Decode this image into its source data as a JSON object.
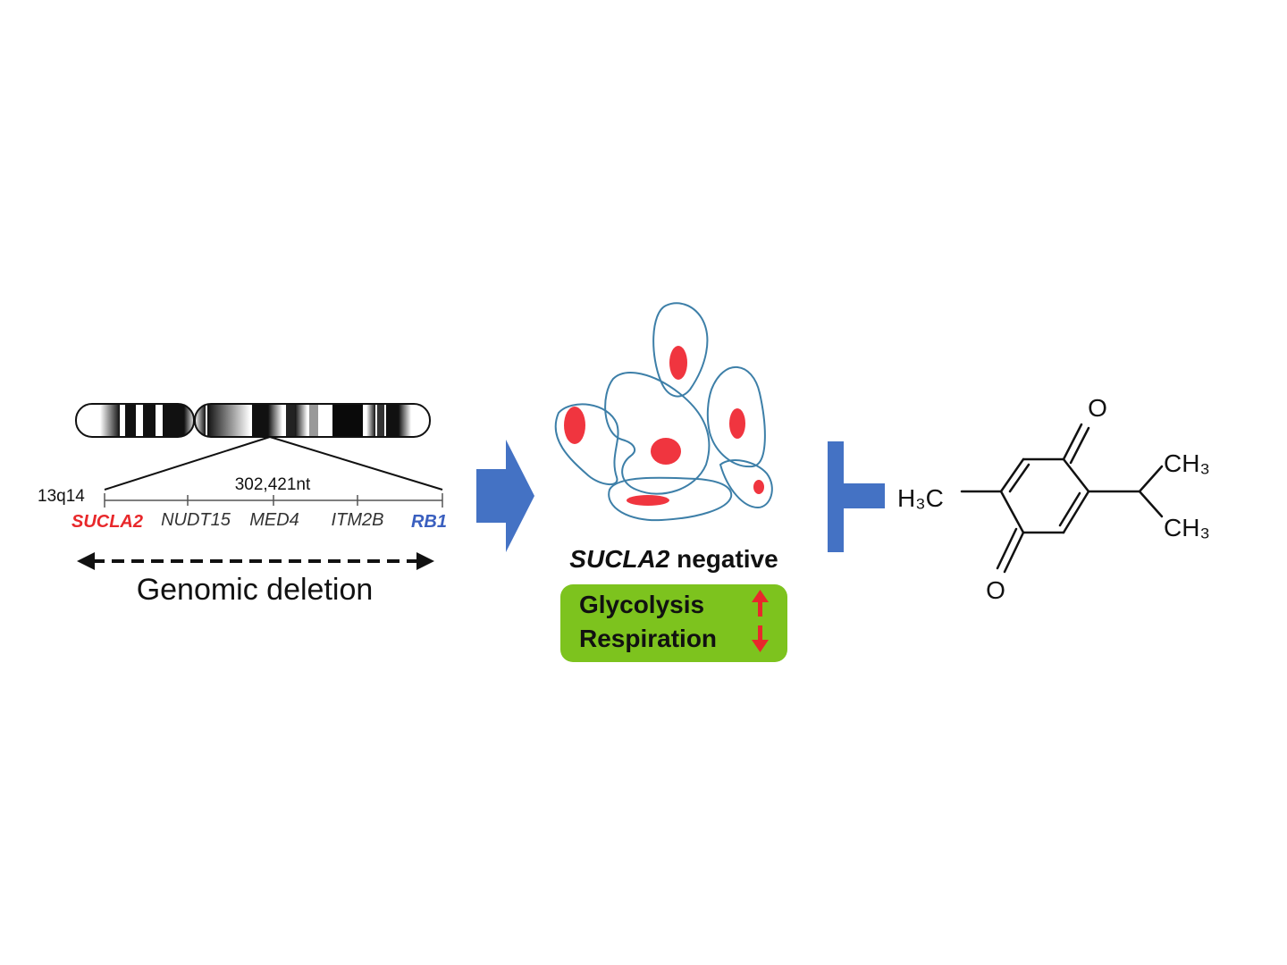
{
  "chromosome": {
    "band": "13q14",
    "length": "302,421nt",
    "genes": [
      {
        "name": "SUCLA2",
        "color": "#e8282b",
        "bold": true
      },
      {
        "name": "NUDT15",
        "color": "#333333",
        "bold": false
      },
      {
        "name": "MED4",
        "color": "#333333",
        "bold": false
      },
      {
        "name": "ITM2B",
        "color": "#333333",
        "bold": false
      },
      {
        "name": "RB1",
        "color": "#3a5fbf",
        "bold": true
      }
    ],
    "deletion_label": "Genomic deletion"
  },
  "cells": {
    "gene": "SUCLA2",
    "status": "negative",
    "metabolism": [
      {
        "label": "Glycolysis",
        "direction": "up"
      },
      {
        "label": "Respiration",
        "direction": "down"
      }
    ],
    "box_color": "#7dc31e",
    "arrow_color": "#e8282b",
    "membrane_color": "#3d7fa8",
    "nucleus_color": "#f0353f"
  },
  "molecule": {
    "oxygen_top": "O",
    "oxygen_bottom": "O",
    "methyl_left": "H₃C",
    "methyl_upper_right": "CH₃",
    "methyl_lower_right": "CH₃"
  },
  "colors": {
    "flow_arrow": "#4472c4",
    "inhibitor": "#4472c4"
  }
}
